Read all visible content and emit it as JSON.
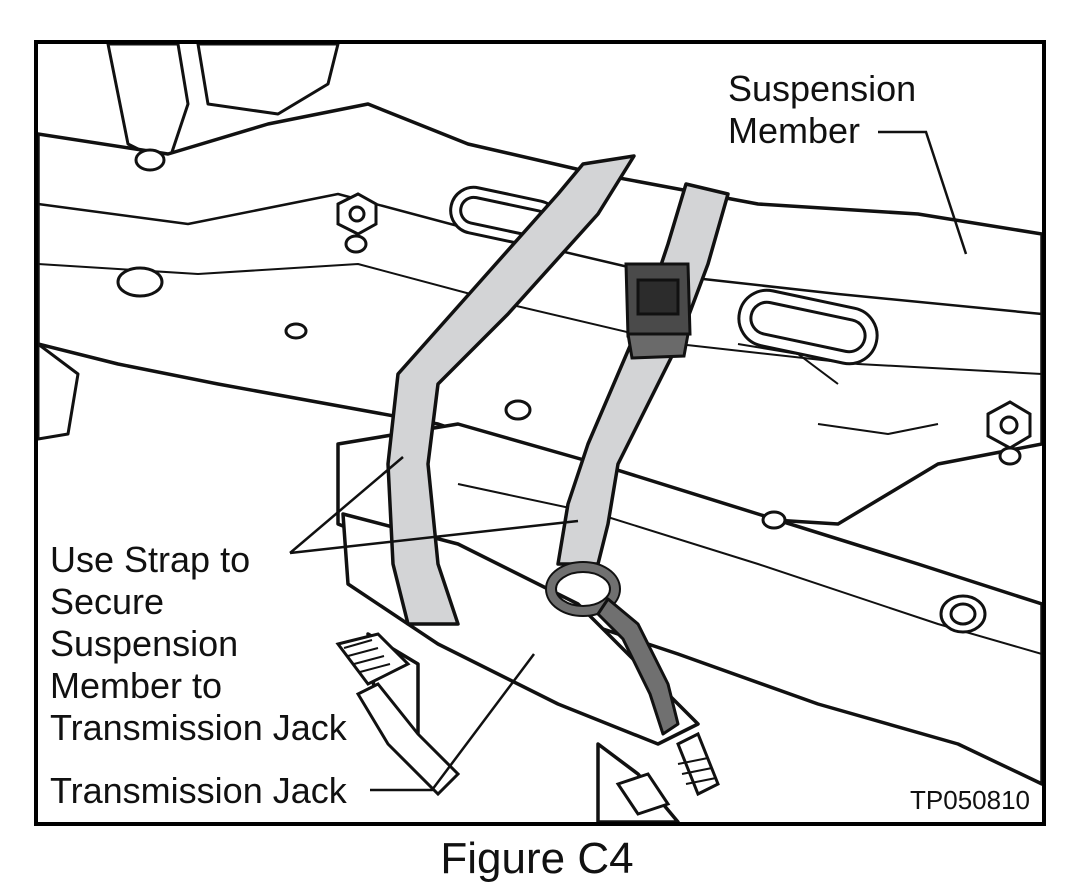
{
  "figure": {
    "callouts": {
      "suspension_member": "Suspension\nMember",
      "use_strap": "Use Strap to\nSecure\nSuspension\nMember to\nTransmission Jack",
      "transmission_jack": "Transmission Jack"
    },
    "reference_code": "TP050810",
    "caption": "Figure C4"
  },
  "colors": {
    "strap": "#d3d4d6",
    "line": "#111111",
    "buckle": "#4a4a4a",
    "hook": "#707070",
    "background": "#ffffff"
  }
}
